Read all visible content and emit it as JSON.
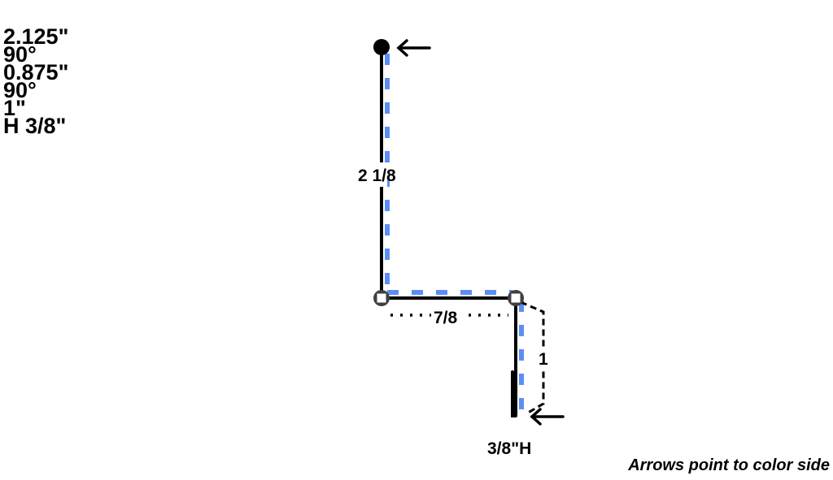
{
  "specs": [
    "2.125\"",
    "90°",
    "0.875\"",
    "90°",
    "1\"",
    "H 3/8\""
  ],
  "dimensions": {
    "segment1": "2 1/8",
    "segment2": "7/8",
    "segment3": "1",
    "hem": "3/8\"H"
  },
  "caption": "Arrows point to color side",
  "colors": {
    "profile": "#000000",
    "color_side": "#5b8ef5",
    "node": "#404040"
  },
  "icons": [
    "start-point-dot-icon",
    "arrow-left-icon",
    "bend-node-icon"
  ]
}
